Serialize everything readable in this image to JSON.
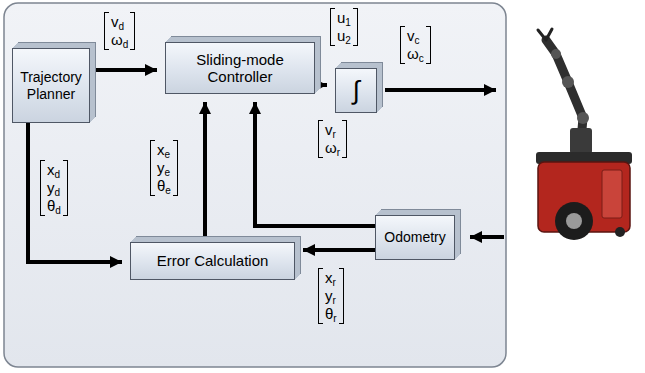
{
  "diagram": {
    "nodes": [
      {
        "text": [
          "Trajectory Planner"
        ]
      },
      {
        "text": [
          "Sliding-mode Controller"
        ]
      },
      {
        "text": [
          "∫"
        ]
      },
      {
        "text": [
          "Odometry"
        ]
      },
      {
        "text": [
          "Error Calculation"
        ]
      }
    ],
    "edges": [
      {
        "from": 0,
        "to": 1,
        "arrow": "to",
        "label": "vd ωd"
      },
      {
        "from": 1,
        "to": 2,
        "arrow": "to",
        "label": "u1 u2"
      },
      {
        "from": 3,
        "to": 4,
        "arrow": "to",
        "label": "xr yr θr"
      },
      {
        "from": 3,
        "to": 1,
        "arrow": "to",
        "label": "vr ωr"
      },
      {
        "from": 4,
        "to": 1,
        "arrow": "to",
        "label": "xe ye θe"
      },
      {
        "from": 0,
        "to": 4,
        "arrow": "to",
        "label": "xd yd θd"
      }
    ],
    "labels": [
      "vc ωc"
    ]
  }
}
